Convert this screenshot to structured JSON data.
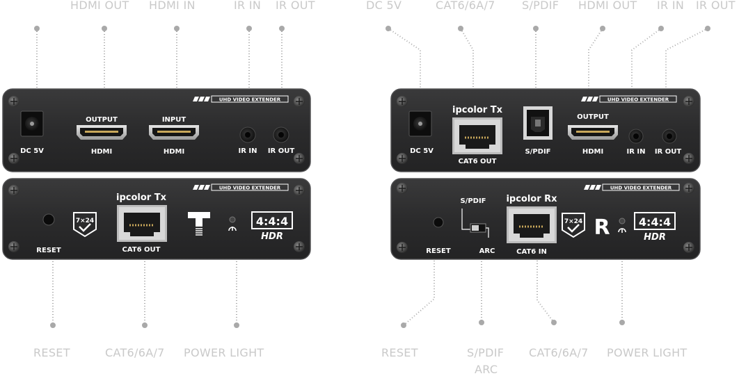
{
  "callouts_top_left": [
    "HDMI OUT",
    "HDMI IN",
    "IR IN",
    "IR OUT"
  ],
  "callouts_top_right": [
    "DC 5V",
    "CAT6/6A/7",
    "S/PDIF",
    "HDMI OUT",
    "IR IN",
    "IR OUT"
  ],
  "callouts_bottom_left": [
    "RESET",
    "CAT6/6A/7",
    "POWER LIGHT"
  ],
  "callouts_bottom_right": [
    "RESET",
    "S/PDIF",
    "ARC",
    "CAT6/6A/7",
    "POWER LIGHT"
  ],
  "strip_text": "UHD VIDEO EXTENDER",
  "tx_back": {
    "dc": "DC 5V",
    "output_top": "OUTPUT",
    "output_bottom": "HDMI",
    "input_top": "INPUT",
    "input_bottom": "HDMI",
    "ir_in": "IR IN",
    "ir_out": "IR OUT"
  },
  "tx_front": {
    "brand": "ipcolor Tx",
    "reset": "RESET",
    "badge": "7×24",
    "port": "CAT6 OUT",
    "letter": "T",
    "hdr_ratio": "4:4:4",
    "hdr": "HDR"
  },
  "rx_back": {
    "brand": "ipcolor Tx",
    "dc": "DC 5V",
    "port": "CAT6 OUT",
    "spdif": "S/PDIF",
    "output_top": "OUTPUT",
    "output_bottom": "HDMI",
    "ir_in": "IR IN",
    "ir_out": "IR OUT"
  },
  "rx_front": {
    "brand": "ipcolor Rx",
    "reset": "RESET",
    "switch_top": "S/PDIF",
    "switch_bottom": "ARC",
    "badge": "7×24",
    "port": "CAT6 IN",
    "letter": "R",
    "hdr_ratio": "4:4:4",
    "hdr": "HDR"
  },
  "colors": {
    "panel": "#2d2d2e",
    "panel_edge": "#505052",
    "callout_text": "#c9c9c9",
    "leader": "#a9a9a9"
  }
}
